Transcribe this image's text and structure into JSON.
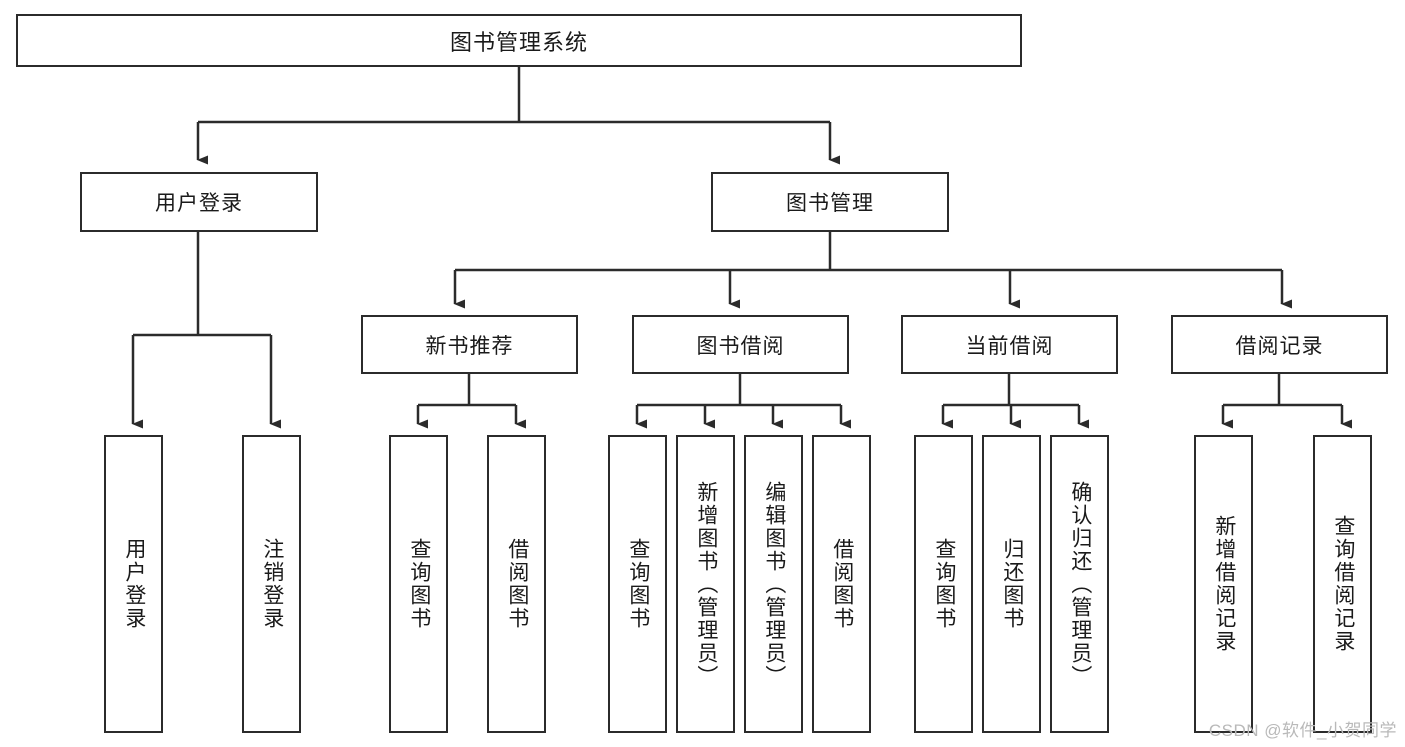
{
  "diagram": {
    "title": "图书管理系统",
    "type": "hierarchy-tree",
    "watermark": "CSDN @软件_小贺同学",
    "colors": {
      "box_border": "#2b2b2b",
      "box_fill": "#ffffff",
      "connector": "#2b2b2b",
      "text": "#1a1a1a",
      "watermark": "#b9b9b9"
    },
    "nodes": {
      "root": {
        "label": "图书管理系统"
      },
      "level2": [
        {
          "label": "用户登录"
        },
        {
          "label": "图书管理"
        }
      ],
      "level3": [
        {
          "label": "新书推荐"
        },
        {
          "label": "图书借阅"
        },
        {
          "label": "当前借阅"
        },
        {
          "label": "借阅记录"
        }
      ],
      "leaves_user_login": [
        {
          "label": "用户登录"
        },
        {
          "label": "注销登录"
        }
      ],
      "leaves_new_book": [
        {
          "label": "查询图书"
        },
        {
          "label": "借阅图书"
        }
      ],
      "leaves_borrow": [
        {
          "label": "查询图书"
        },
        {
          "label": "新增图书（管理员）"
        },
        {
          "label": "编辑图书（管理员）"
        },
        {
          "label": "借阅图书"
        }
      ],
      "leaves_current": [
        {
          "label": "查询图书"
        },
        {
          "label": "归还图书"
        },
        {
          "label": "确认归还（管理员）"
        }
      ],
      "leaves_records": [
        {
          "label": "新增借阅记录"
        },
        {
          "label": "查询借阅记录"
        }
      ]
    }
  }
}
